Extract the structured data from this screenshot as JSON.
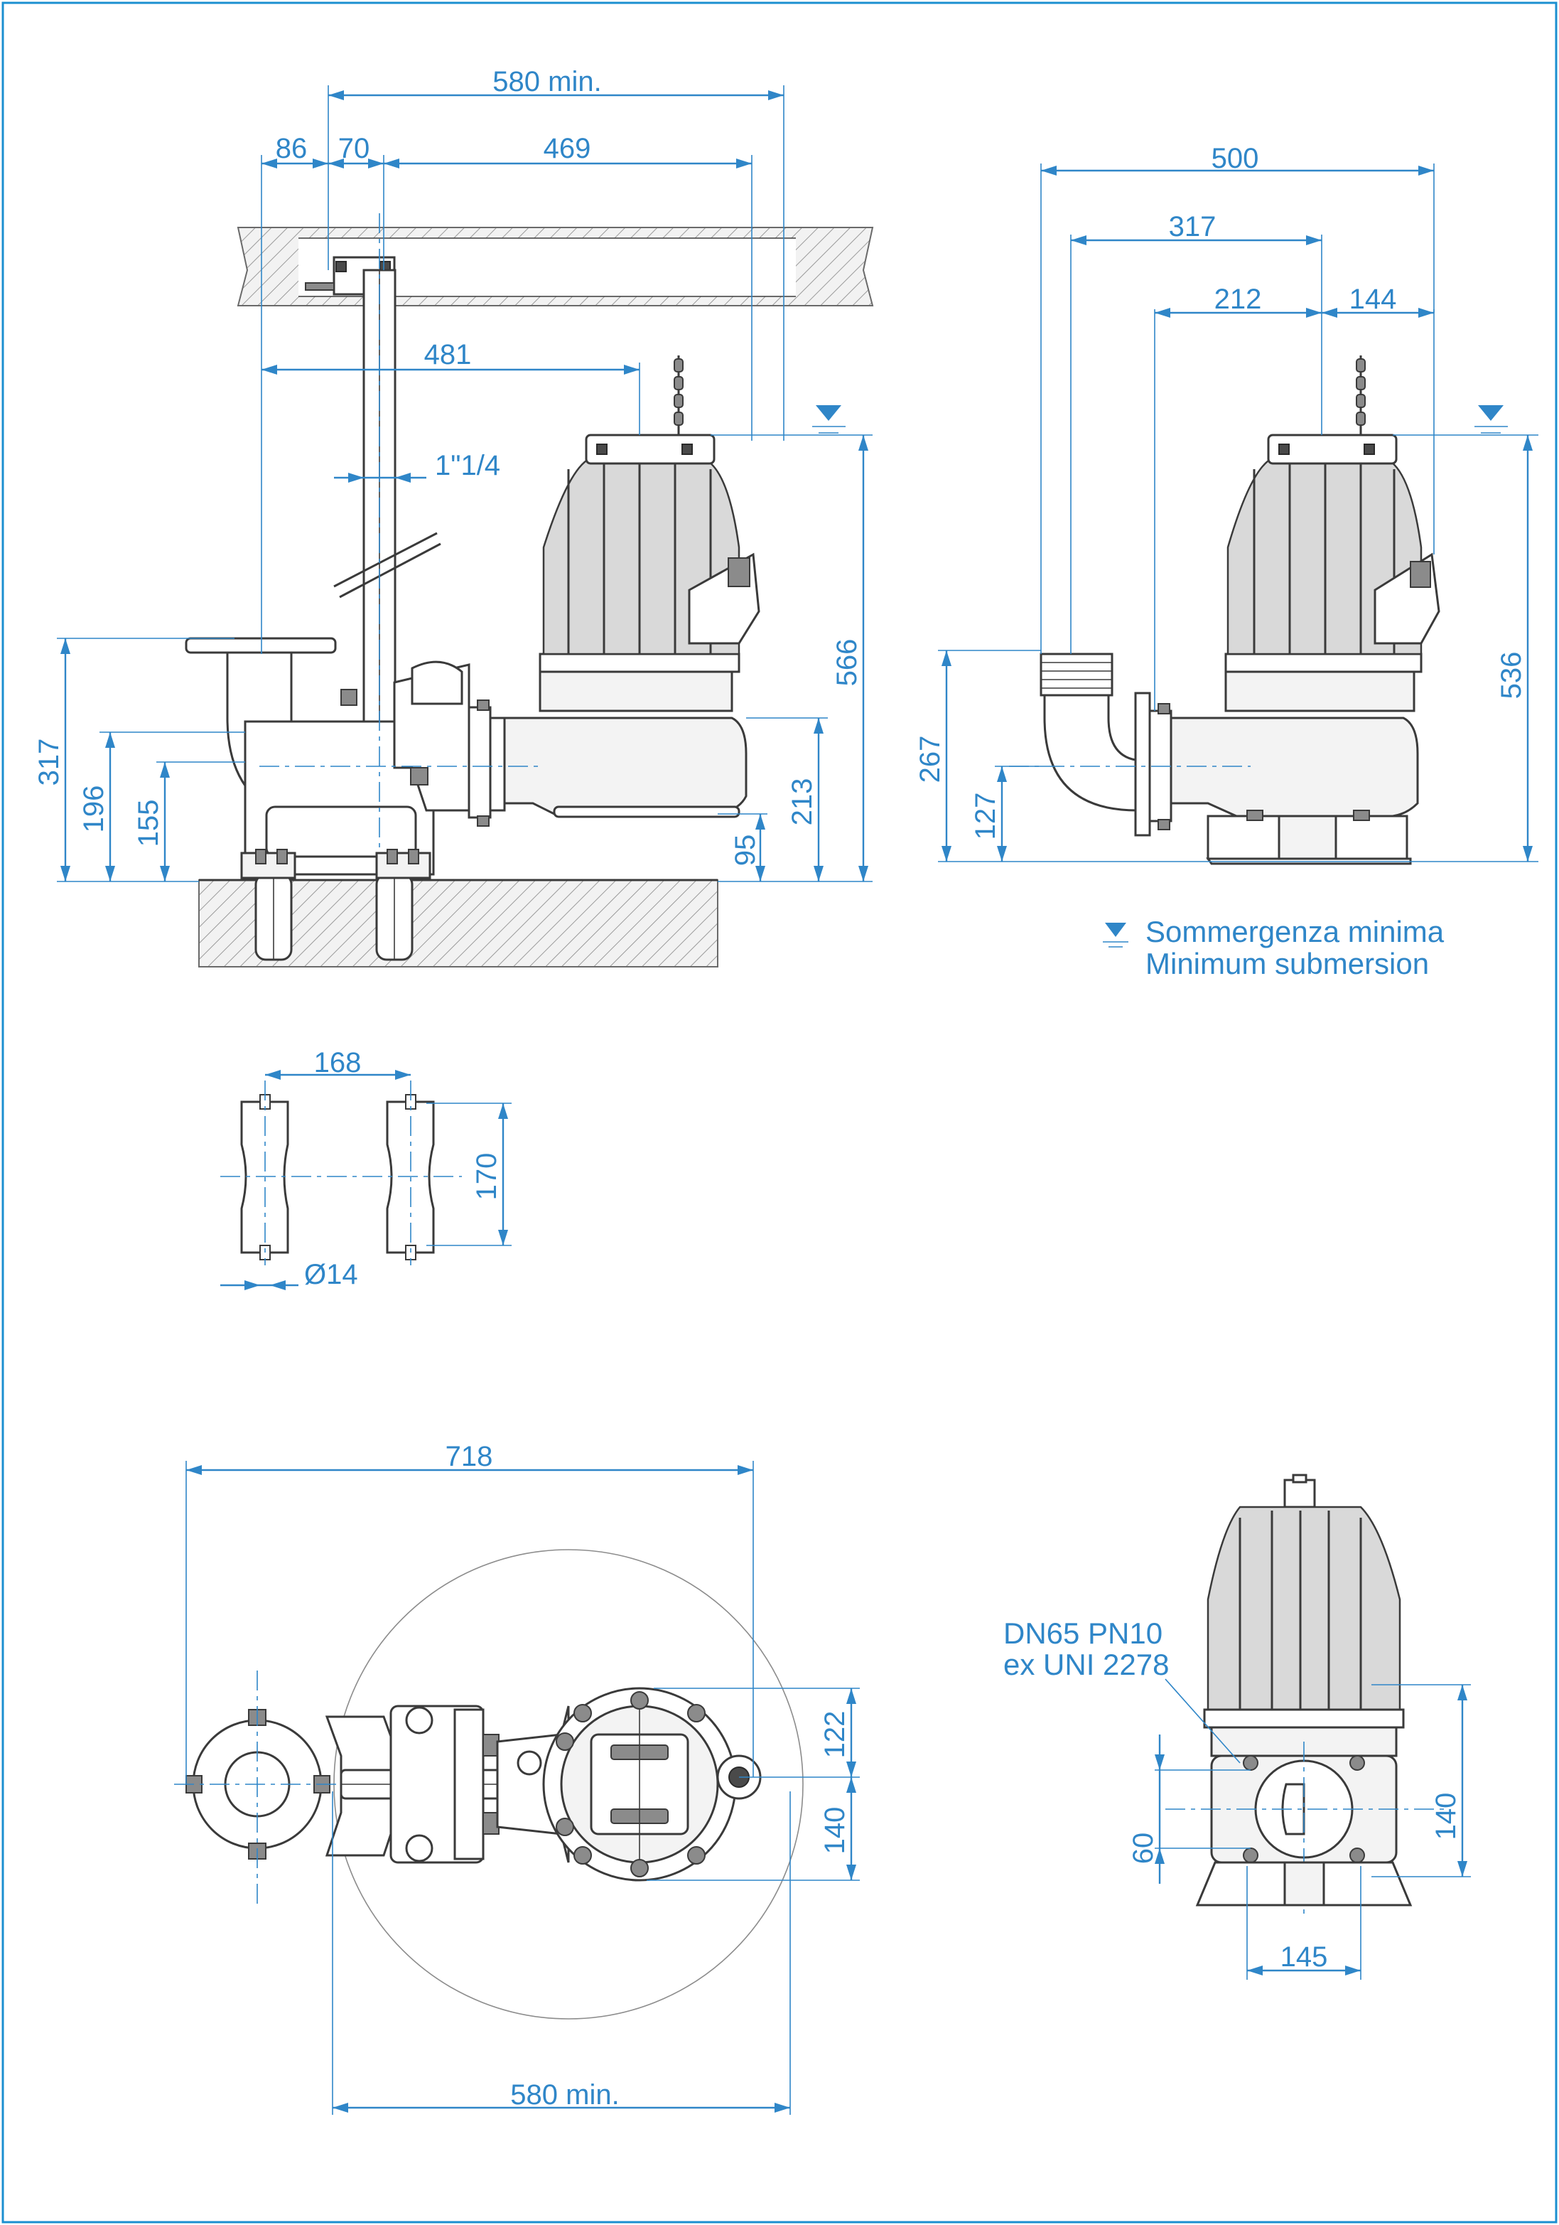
{
  "side_view": {
    "dims": {
      "top_overall": "580 min.",
      "rail_left": "86",
      "rail_width": "70",
      "rail_to_lift": "469",
      "rail_to_bend": "481",
      "rail_pipe": "1\"1/4",
      "h_outlet_flange": "317",
      "h_outlet_center": "196",
      "h_base_flange": "155",
      "h_min_submersion": "566",
      "h_suction": "213",
      "h_base": "95"
    }
  },
  "free_view": {
    "dims": {
      "width_overall": "500",
      "width_317": "317",
      "width_212": "212",
      "width_144": "144",
      "h_min_submersion": "536",
      "h_outlet": "267",
      "h_outlet_center": "127"
    }
  },
  "legend": {
    "icon": "submersion-triangle-icon",
    "line1": "Sommergenza minima",
    "line2": "Minimum submersion"
  },
  "anchor_view": {
    "dims": {
      "spacing": "168",
      "height": "170",
      "hole": "Ø14"
    }
  },
  "plan_view": {
    "dims": {
      "overall": "718",
      "min_clearance": "580 min.",
      "right_upper": "122",
      "right_lower": "140"
    }
  },
  "front_view": {
    "flange_label_1": "DN65 PN10",
    "flange_label_2": "ex UNI 2278",
    "dims": {
      "left": "60",
      "right": "140",
      "bottom": "145"
    }
  },
  "colors": {
    "dimension": "#2f86c8",
    "frame": "#1b8fd0",
    "outline": "#3a3a3a"
  }
}
